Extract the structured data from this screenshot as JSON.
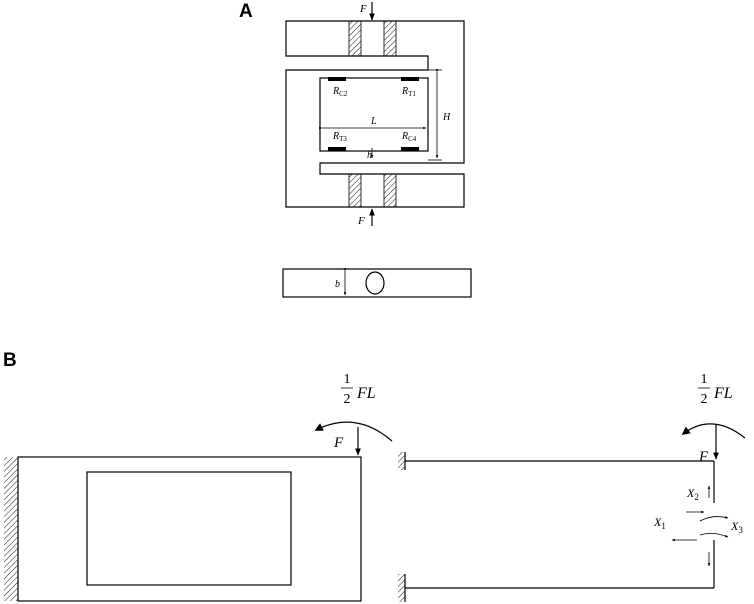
{
  "panel_a": {
    "label": "A",
    "force_top": "F",
    "force_bottom": "F",
    "gauges": {
      "c2": {
        "base": "R",
        "sub": "C2"
      },
      "t1": {
        "base": "R",
        "sub": "T1"
      },
      "t3": {
        "base": "R",
        "sub": "T3"
      },
      "c4": {
        "base": "R",
        "sub": "C4"
      }
    },
    "dim_length": "L",
    "dim_height": "H",
    "dim_gap": "h",
    "dim_width": "b"
  },
  "panel_b": {
    "label": "B",
    "left": {
      "moment_num": "1",
      "moment_den": "2",
      "moment_term": "FL",
      "force": "F"
    },
    "right": {
      "moment_num": "1",
      "moment_den": "2",
      "moment_term": "FL",
      "force": "F",
      "x1": {
        "base": "X",
        "sub": "1"
      },
      "x2": {
        "base": "X",
        "sub": "2"
      },
      "x3": {
        "base": "X",
        "sub": "3"
      }
    }
  }
}
